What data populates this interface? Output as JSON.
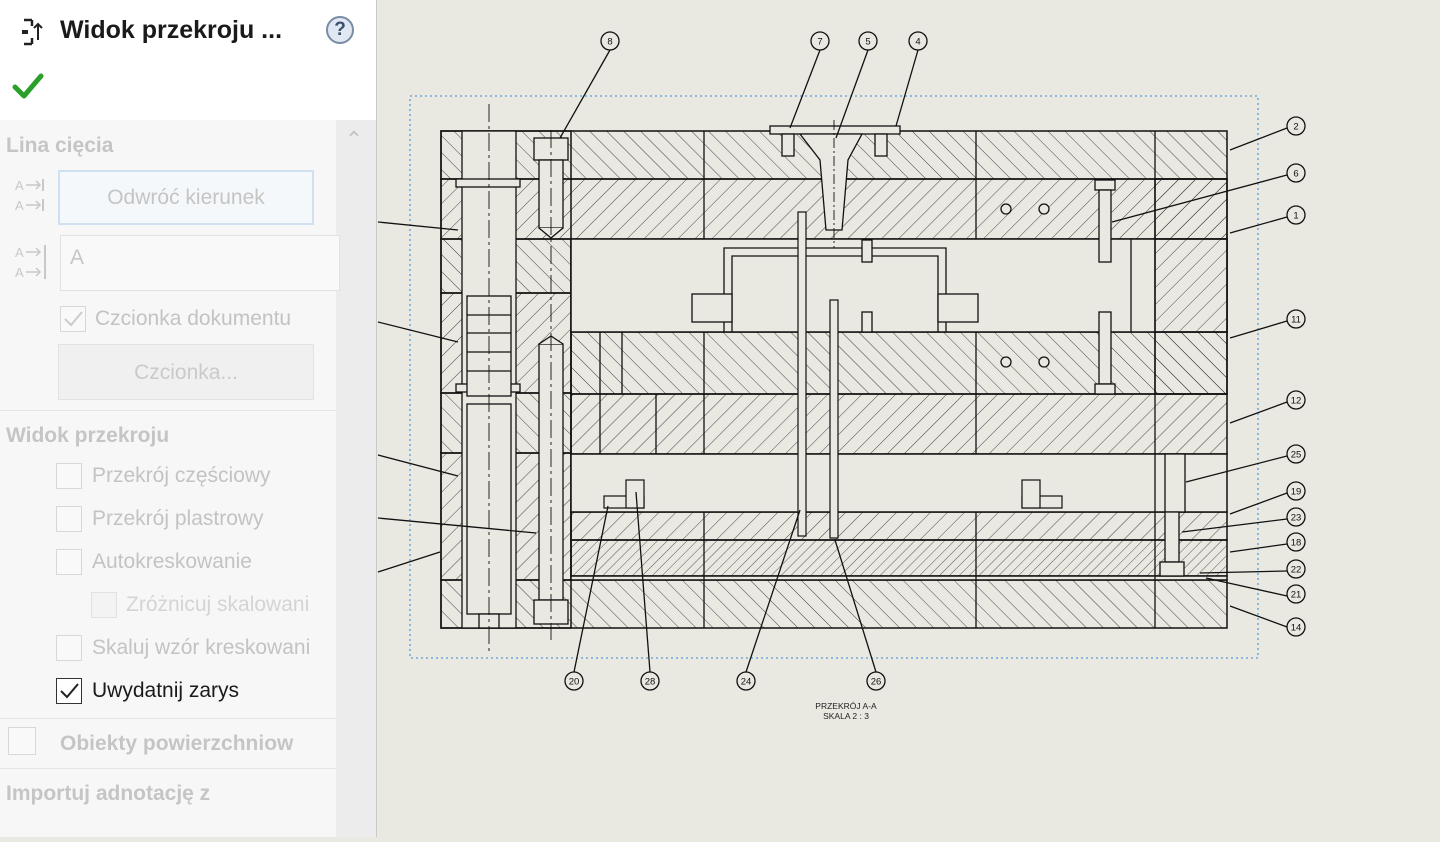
{
  "panel": {
    "title": "Widok przekroju ...",
    "help_label": "?",
    "cutting_line": {
      "title": "Lina cięcia",
      "reverse_button": "Odwróć kierunek",
      "label_value": "A",
      "doc_font": "Czcionka dokumentu",
      "font_button": "Czcionka..."
    },
    "section_view": {
      "title": "Widok przekroju",
      "partial": "Przekrój częściowy",
      "slice": "Przekrój plastrowy",
      "auto_hatch": "Autokreskowanie",
      "diff_scale": "Zróżnicuj skalowani",
      "scale_hatch": "Skaluj wzór kreskowani",
      "emphasize": "Uwydatnij zarys"
    },
    "surface_bodies": "Obiekty powierzchniow",
    "import_annotations": "Importuj adnotację z"
  },
  "drawing": {
    "caption1": "PRZEKRÓJ A-A",
    "caption2": "SKALA 2 : 3",
    "balloons": [
      "8",
      "7",
      "5",
      "4",
      "2",
      "6",
      "1",
      "11",
      "12",
      "25",
      "19",
      "23",
      "18",
      "22",
      "21",
      "14",
      "20",
      "28",
      "24",
      "26"
    ]
  },
  "colors": {
    "canvas": "#e9e8e1",
    "check": "#2aa02a",
    "border_dotted": "#5b9bd5"
  }
}
